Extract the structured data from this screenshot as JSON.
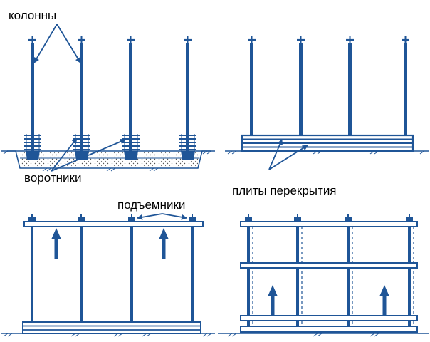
{
  "labels": {
    "columns": "колонны",
    "collars": "воротники",
    "slabs": "плиты перекрытия",
    "lifters": "подъемники"
  },
  "colors": {
    "structure": "#1f5597",
    "slab_fill": "#ffffff",
    "foundation_dots": "#555555",
    "text": "#000000"
  }
}
